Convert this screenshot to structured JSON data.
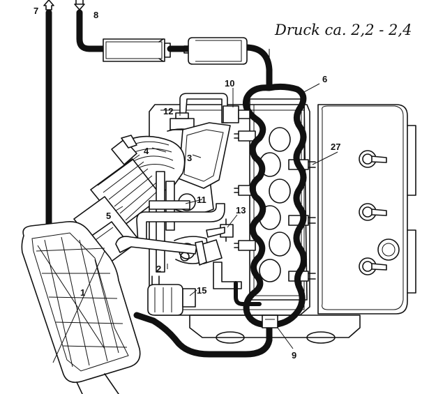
{
  "annotation": "Druck ca. 2,2 - 2,4",
  "callouts": [
    {
      "id": "1",
      "label": "1"
    },
    {
      "id": "2",
      "label": "2"
    },
    {
      "id": "3",
      "label": "3"
    },
    {
      "id": "4",
      "label": "4"
    },
    {
      "id": "5",
      "label": "5"
    },
    {
      "id": "6",
      "label": "6"
    },
    {
      "id": "7",
      "label": "7"
    },
    {
      "id": "8",
      "label": "8"
    },
    {
      "id": "9",
      "label": "9"
    },
    {
      "id": "10",
      "label": "10"
    },
    {
      "id": "11",
      "label": "11"
    },
    {
      "id": "12",
      "label": "12"
    },
    {
      "id": "13",
      "label": "13"
    },
    {
      "id": "15",
      "label": "15"
    },
    {
      "id": "27",
      "label": "27"
    }
  ]
}
